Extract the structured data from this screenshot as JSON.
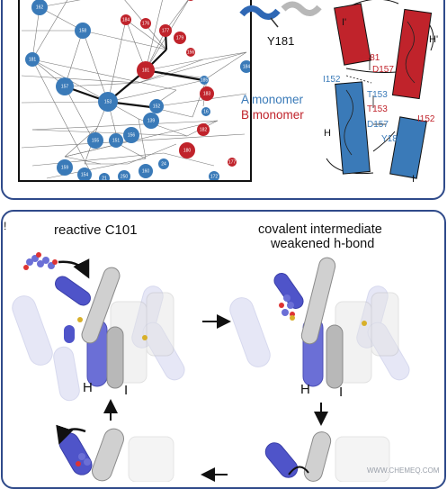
{
  "top_panel": {
    "network": {
      "blue_nodes": [
        {
          "id": "162"
        },
        {
          "id": "158"
        },
        {
          "id": "181"
        },
        {
          "id": "157"
        },
        {
          "id": "153"
        },
        {
          "id": "152"
        },
        {
          "id": "139"
        },
        {
          "id": "156"
        },
        {
          "id": "155"
        },
        {
          "id": "151"
        },
        {
          "id": "159"
        },
        {
          "id": "154"
        },
        {
          "id": "21"
        },
        {
          "id": "250"
        },
        {
          "id": "160"
        },
        {
          "id": "24"
        },
        {
          "id": "16"
        },
        {
          "id": "185"
        },
        {
          "id": "184"
        },
        {
          "id": "172"
        }
      ],
      "red_nodes": [
        {
          "id": "184"
        },
        {
          "id": "176"
        },
        {
          "id": "181"
        },
        {
          "id": "177"
        },
        {
          "id": "179"
        },
        {
          "id": "156"
        },
        {
          "id": "183"
        },
        {
          "id": "182"
        },
        {
          "id": "180"
        },
        {
          "id": "177"
        },
        {
          "id": "161"
        }
      ]
    },
    "structure_label": "Y181",
    "legend": {
      "a_monomer": "A monomer",
      "b_monomer": "B monomer",
      "a_color": "#3a7ab8",
      "b_color": "#c0232b"
    },
    "helix_diagram": {
      "helix_i_prime": "I'",
      "helix_h_prime": "H'",
      "helix_h": "H",
      "helix_i": "I",
      "residues": {
        "y181_red": "Y181",
        "d157_red": "D157",
        "i152_blue": "I152",
        "t153_blue": "T153",
        "t153_red": "T153",
        "d157_blue": "D157",
        "y181_blue": "Y181",
        "i152_red": "I152"
      }
    }
  },
  "bottom_panel": {
    "left_marker": "!",
    "step_1_title": "reactive C101",
    "step_2_title_line1": "covalent intermediate",
    "step_2_title_line2": "weakened h-bond",
    "helix_labels_left": {
      "h": "H",
      "i": "I"
    },
    "helix_labels_right": {
      "h": "H",
      "i": "I"
    },
    "watermark": "WWW.CHEMEQ.COM",
    "colors": {
      "periwinkle": "#6b6fd6",
      "grey": "#b8b8b8",
      "gold": "#d8b02a"
    }
  }
}
